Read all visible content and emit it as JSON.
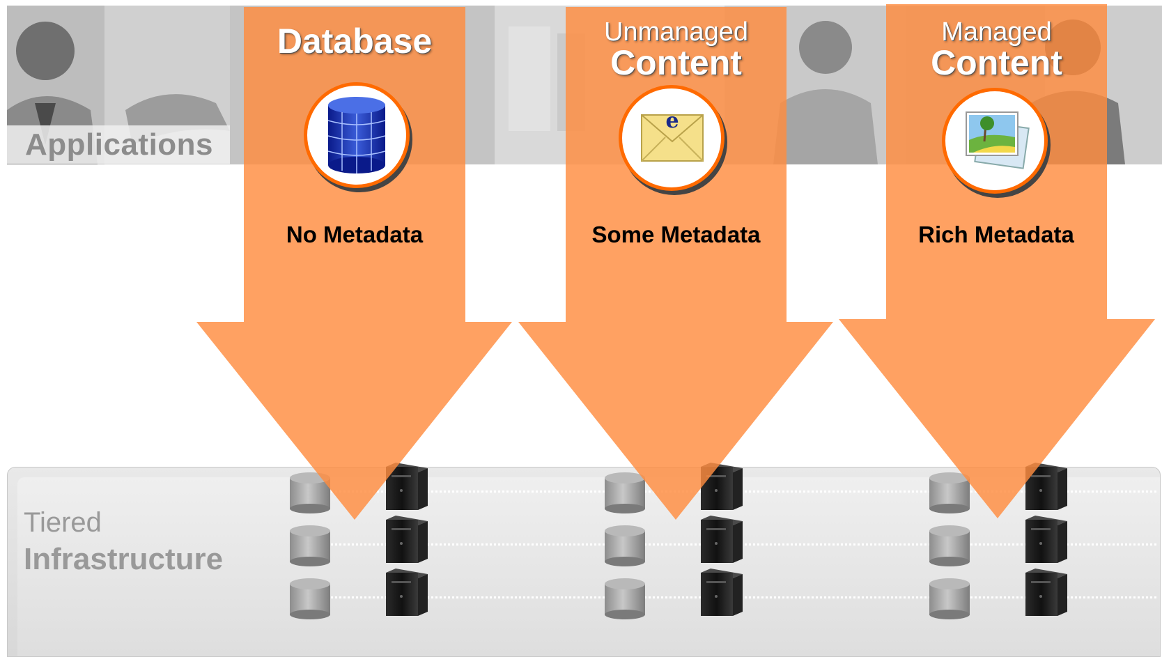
{
  "banner": {
    "label": "Applications"
  },
  "columns": [
    {
      "caption_small": "",
      "caption_big": "Database",
      "metadata": "No Metadata",
      "icon": "database-icon"
    },
    {
      "caption_small": "Unmanaged",
      "caption_big": "Content",
      "metadata": "Some Metadata",
      "icon": "email-envelope-icon"
    },
    {
      "caption_small": "Managed",
      "caption_big": "Content",
      "metadata": "Rich Metadata",
      "icon": "image-photo-icon"
    }
  ],
  "infrastructure": {
    "line1": "Tiered",
    "line2": "Infrastructure"
  },
  "colors": {
    "arrow": "#ff8c40",
    "accent_ring": "#ff6a00",
    "banner_gray": "#cfcfcf",
    "label_gray": "#999999"
  }
}
